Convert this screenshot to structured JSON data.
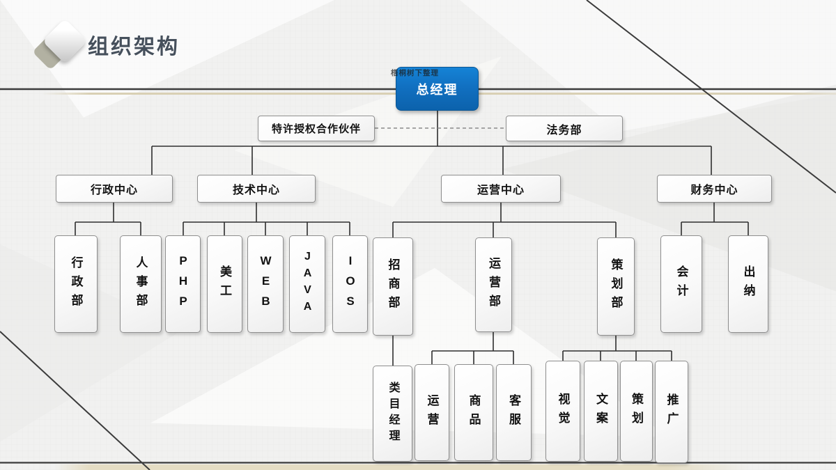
{
  "slide": {
    "title": "组织架构",
    "watermark_text": "梧桐树下整理"
  },
  "org_chart": {
    "root": "总经理",
    "partner_box": "特许授权合作伙伴",
    "legal_box": "法务部",
    "centers": [
      "行政中心",
      "技术中心",
      "运营中心",
      "财务中心"
    ],
    "departments": {
      "admin": [
        "行政部",
        "人事部"
      ],
      "tech": [
        "PHP",
        "美工",
        "WEB",
        "JAVA",
        "IOS"
      ],
      "operation": [
        "招商部",
        "运营部",
        "策划部"
      ],
      "finance": [
        "会计",
        "出纳"
      ]
    },
    "teams": {
      "merchants": [
        "类目经理"
      ],
      "operation": [
        "运营",
        "商品",
        "客服"
      ],
      "planning": [
        "视觉",
        "文案",
        "策划",
        "推广"
      ]
    }
  },
  "colors": {
    "root_box_blue": "#1170c1",
    "title_text": "#46505c",
    "line_dark": "#3b3b3b",
    "line_tan": "#d9d0b4",
    "box_border": "#8e8e8e",
    "background": "#f1f1f0"
  }
}
